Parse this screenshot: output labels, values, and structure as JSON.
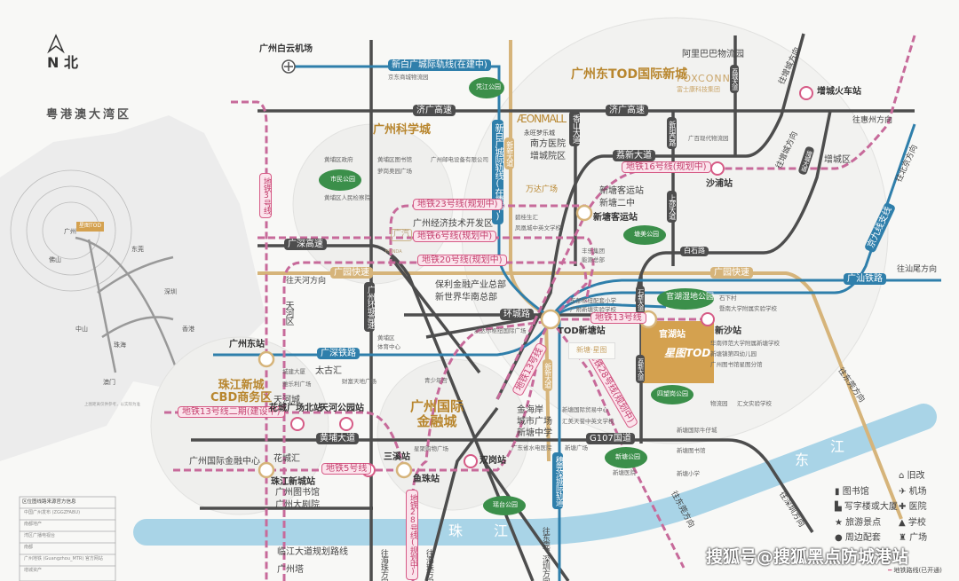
{
  "compass": {
    "letter": "N",
    "label": "北"
  },
  "inset": {
    "title": "粤港澳大湾区",
    "project_tag": "星图TOD",
    "cities": [
      "广州",
      "佛山",
      "东莞",
      "深圳",
      "香港",
      "中山",
      "珠海",
      "澳门"
    ],
    "note": "上图距离仅供参考，以实际为准"
  },
  "source_table": {
    "title": "区位图线路来源官方信息",
    "rows": [
      "中国广州发布 (ZGGZFABU)",
      "南都地产",
      "湾区广播电视台",
      "南都",
      "广州地铁 (Guangzhou_MTR) 官方网站",
      "增城资产"
    ]
  },
  "airport": "广州白云机场",
  "roads": {
    "jiguang": "济广高速",
    "guangshen": "广深高速",
    "huancheng": "广州环城高速",
    "lixin": "荔新大道",
    "baishi": "白石路",
    "huanchenglu": "环城路",
    "huangpu": "黄埔大道",
    "g107": "G107国道",
    "xiangshan": "香山大道",
    "xinyang": "新阳西路",
    "shangshao": "上邵大道",
    "licheng": "荔城大道",
    "zengcheng": "增城大道",
    "shixin": "石新大道",
    "lixin2": "荔新大道"
  },
  "gold_roads": {
    "guangyuan": "广园快速",
    "xinxin": "新新大道",
    "xinxin2": "新新大道"
  },
  "rail": {
    "xinbaiguang_h": "新白广城际轨线(在建中)",
    "xinbaiguang_v": "新白广城际轨线(在建中)",
    "guangshen": "广深铁路",
    "guangshan": "广汕铁路",
    "jingjiu": "京九线支线",
    "suiguanshen": "穗莞深城际轨道"
  },
  "metro": {
    "l3": "地铁3号线",
    "l23": "地铁23号线(规划中)",
    "l6": "地铁6号线(规划中)",
    "l20": "地铁20号线(规划中)",
    "l16": "地铁16号线(规划中)",
    "l13": "地铁13号线",
    "l13b": "地铁13号线",
    "l13p2": "地铁13号线二期(建设中)",
    "l5": "地铁5号线",
    "l28": "地铁28号线(规划中)",
    "l28b": "地铁28号线(规划中)"
  },
  "stations": {
    "dongzhan": "广州东站",
    "huacheng": "花城广场北站",
    "tianhe": "天河公园站",
    "zhujiang": "珠江新城站",
    "sanxi": "三溪站",
    "yuzhu": "鱼珠站",
    "shuanggang": "双岗站",
    "tod": "TOD新塘站",
    "guanhu": "官湖站",
    "xinsha": "新沙站",
    "keyun": "新塘客运站",
    "shapu": "沙浦站",
    "huoche": "增城火车站"
  },
  "districts": {
    "science": "广州科学城",
    "cbd1": "珠江新城",
    "cbd2": "CBD商务区",
    "ifc1": "广州国际",
    "ifc2": "金融城",
    "todcity": "广州东TOD国际新城",
    "zengcheng": "增城区",
    "tianhe": "天河区"
  },
  "brands": {
    "aeon": "ÆONMALL",
    "aeon_cn": "永旺梦乐城",
    "wanda": "万达广场",
    "foxconn": "FOXCONN",
    "foxconn_cn": "富士康科技集团",
    "honda": "HONDA",
    "honda_cn": "广汽",
    "project": "星图TOD",
    "xintang_logo": "新塘·星图"
  },
  "pois": [
    "京东商城物流园",
    "黄埔区政府",
    "黄埔区图书馆",
    "广州邮电设备有限公司",
    "萝岗奥园广场",
    "黄埔区人民检察院",
    "广州经济技术开发区",
    "保利金融产业总部",
    "新世界华南总部",
    "南方医院",
    "增城院区",
    "碧桂生汇",
    "凤凰城中英文学校",
    "丰乐集团",
    "能源总部",
    "新塘客运站",
    "新塘二中",
    "阿里巴巴物流园",
    "广百现代物流园",
    "东部枢纽配套小学",
    "广附新塘实验学校",
    "凯达尔枢纽国际广场",
    "黄埔区",
    "体育中心",
    "青少年宫",
    "星聚购物广场",
    "金海岸",
    "城市广场",
    "新塘中学",
    "新塘国际贸易中心",
    "汇美天誉中英文学校",
    "广东省水电医院",
    "新塘广场",
    "新塘国际牛仔城",
    "新塘图书馆",
    "新塘医院",
    "新塘小学",
    "物流园",
    "汇文实验学校",
    "石下村",
    "暨南大学附属实验学校",
    "华南师范大学附属新塘学校",
    "新塘镇第四幼儿园",
    "广州图书馆星图分馆",
    "城建大厦",
    "太古汇",
    "雅乐利广场",
    "财富天地广场",
    "天河城",
    "花城汇",
    "广州国际金融中心",
    "广州图书馆",
    "广州大剧院",
    "临江大道规划路线",
    "广州塔"
  ],
  "parks": [
    "凭江公园",
    "市民公园",
    "塘美公园",
    "官湖湿地公园",
    "四望岗公园",
    "新塘公园",
    "瑶台公园"
  ],
  "directions": [
    "往天河方向",
    "往惠州方向",
    "往汕尾方向",
    "往增城方向",
    "往增城方向",
    "往北京方向",
    "往东莞方向",
    "往东莞方向",
    "往深圳方向",
    "往海珠方向",
    "往海珠方向",
    "往东莞、深圳方向"
  ],
  "rivers": {
    "zhu": "珠",
    "jiang": "江",
    "dong": "东",
    "jiang2": "江"
  },
  "legend": [
    "旧改",
    "图书馆",
    "机场",
    "写字楼或大厦",
    "医院",
    "旅游景点",
    "学校",
    "周边配套",
    "广场",
    "地铁路线(已开通)"
  ],
  "watermark": "搜狐号@搜狐黑点防城港站",
  "colors": {
    "metro": "#d65b86",
    "rail": "#2f7fab",
    "road": "#4d4d4d",
    "gold": "#d6b47a",
    "river": "#a9d4e7",
    "park": "#3b8f4a",
    "district": "#b8862e"
  }
}
